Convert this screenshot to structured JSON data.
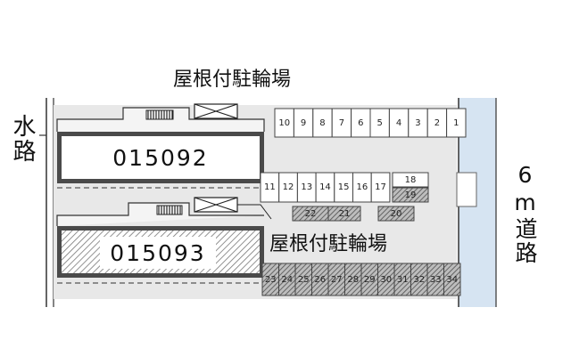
{
  "labels": {
    "waterway": "水路",
    "road": "6m道路",
    "roofed_bike_parking_top": "屋根付駐輪場",
    "roofed_bike_parking_bottom": "屋根付駐輪場"
  },
  "buildings": {
    "upper": "015092",
    "lower": "015093"
  },
  "parking": {
    "top_row": [
      "10",
      "9",
      "8",
      "7",
      "6",
      "5",
      "4",
      "3",
      "2",
      "1"
    ],
    "middle_row": [
      "11",
      "12",
      "13",
      "14",
      "15",
      "16",
      "17"
    ],
    "space_18": "18",
    "space_19": "19",
    "space_20": "20",
    "space_21": "21",
    "space_22": "22",
    "bottom_row": [
      "23",
      "24",
      "25",
      "26",
      "27",
      "28",
      "29",
      "30",
      "31",
      "32",
      "33",
      "34"
    ]
  },
  "colors": {
    "road_blue": "#d6e4f2",
    "building_frame": "#4a4a4a",
    "lot_gray": "#e8e8e8",
    "line": "#333333"
  }
}
